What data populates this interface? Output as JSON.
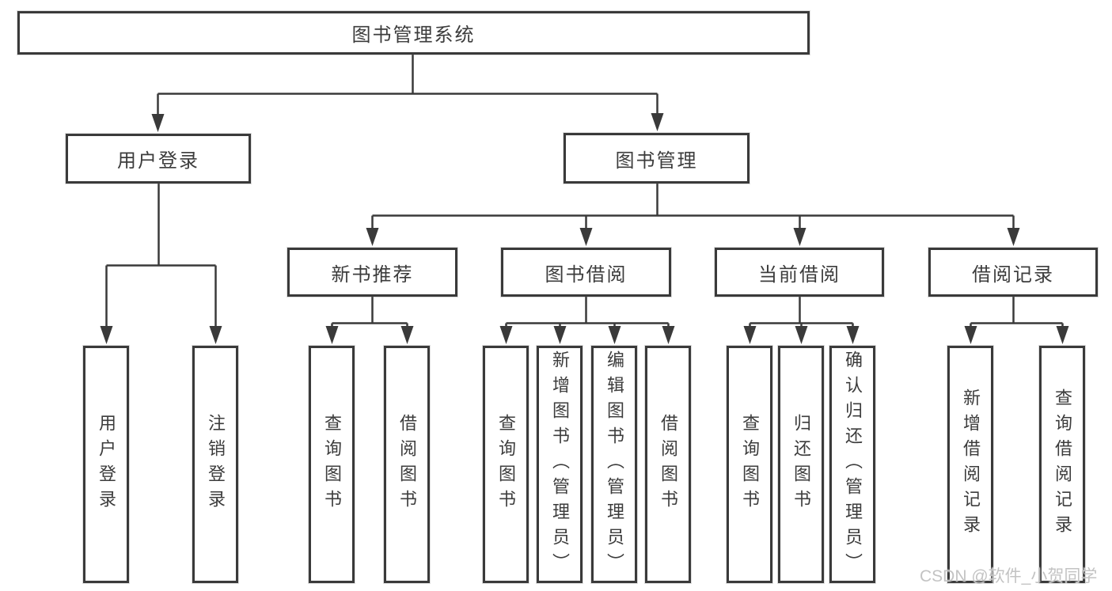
{
  "title": "图书管理系统",
  "colors": {
    "line": "#3a3a3a",
    "box_border": "#3a3a3a",
    "box_fill": "#ffffff",
    "text": "#3c3c3c",
    "watermark": "#c3c3c3"
  },
  "nodes": {
    "root": {
      "label": "图书管理系统"
    },
    "level2": [
      {
        "label": "用户登录"
      },
      {
        "label": "图书管理"
      }
    ],
    "level3": [
      {
        "label": "新书推荐",
        "parent": "图书管理"
      },
      {
        "label": "图书借阅",
        "parent": "图书管理"
      },
      {
        "label": "当前借阅",
        "parent": "图书管理"
      },
      {
        "label": "借阅记录",
        "parent": "图书管理"
      }
    ],
    "leaves": [
      {
        "label": "用户登录",
        "parent": "用户登录"
      },
      {
        "label": "注销登录",
        "parent": "用户登录"
      },
      {
        "label": "查询图书",
        "parent": "新书推荐"
      },
      {
        "label": "借阅图书",
        "parent": "新书推荐"
      },
      {
        "label": "查询图书",
        "parent": "图书借阅"
      },
      {
        "label": "新增图书（管理员）",
        "parent": "图书借阅"
      },
      {
        "label": "编辑图书（管理员）",
        "parent": "图书借阅"
      },
      {
        "label": "借阅图书",
        "parent": "图书借阅"
      },
      {
        "label": "查询图书",
        "parent": "当前借阅"
      },
      {
        "label": "归还图书",
        "parent": "当前借阅"
      },
      {
        "label": "确认归还（管理员）",
        "parent": "当前借阅"
      },
      {
        "label": "新增借阅记录",
        "parent": "借阅记录"
      },
      {
        "label": "查询借阅记录",
        "parent": "借阅记录"
      }
    ]
  },
  "watermark": {
    "text": "CSDN @软件_小贺同学"
  }
}
